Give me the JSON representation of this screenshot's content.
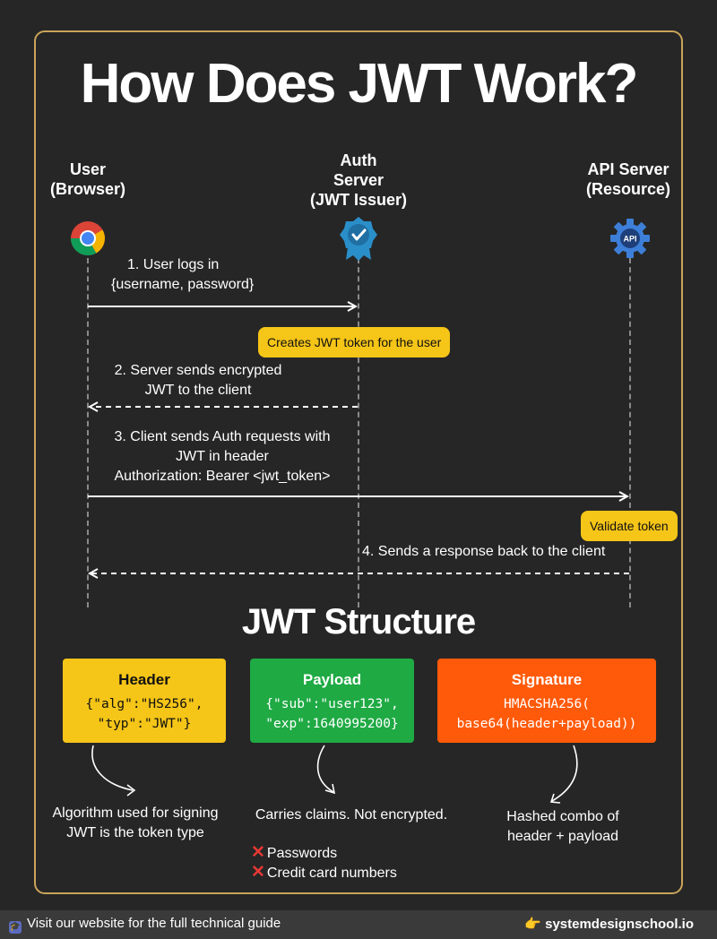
{
  "title": "How Does JWT Work?",
  "actors": [
    {
      "lines": [
        "User",
        "(Browser)"
      ],
      "icon": "chrome-icon"
    },
    {
      "lines": [
        "Auth",
        "Server",
        "(JWT Issuer)"
      ],
      "icon": "verified-badge-icon"
    },
    {
      "lines": [
        "API Server",
        "(Resource)"
      ],
      "icon": "api-gear-icon"
    }
  ],
  "messages": [
    {
      "lines": [
        "1.  User logs in",
        "{username, password}"
      ],
      "from": 0,
      "to": 1,
      "style": "solid"
    },
    {
      "lines": [
        "2.  Server sends encrypted",
        "JWT to the client"
      ],
      "from": 1,
      "to": 0,
      "style": "dashed"
    },
    {
      "lines": [
        "3.  Client sends Auth requests with",
        "JWT in header",
        "Authorization: Bearer <jwt_token>"
      ],
      "from": 0,
      "to": 2,
      "style": "solid"
    },
    {
      "lines": [
        "4.  Sends a response back to the client"
      ],
      "from": 2,
      "to": 0,
      "style": "dashed"
    }
  ],
  "notes": [
    {
      "text": "Creates JWT token for the user",
      "actor": 1
    },
    {
      "text": "Validate token",
      "actor": 2
    }
  ],
  "structure": {
    "title": "JWT Structure",
    "parts": [
      {
        "title": "Header",
        "code": [
          "{\"alg\":\"HS256\",",
          "\"typ\":\"JWT\"}"
        ],
        "color": "#f5c518",
        "text_color": "#111111",
        "desc": [
          "Algorithm used for signing",
          "JWT is the token type"
        ]
      },
      {
        "title": "Payload",
        "code": [
          "{\"sub\":\"user123\",",
          "\"exp\":1640995200}"
        ],
        "color": "#1faa44",
        "text_color": "#ffffff",
        "desc": [
          "Carries claims. Not encrypted."
        ]
      },
      {
        "title": "Signature",
        "code": [
          "HMACSHA256(",
          "base64(header+payload))"
        ],
        "color": "#ff5a0a",
        "text_color": "#ffffff",
        "desc": [
          "Hashed combo of",
          "header + payload"
        ]
      }
    ],
    "not_in_payload": [
      "Passwords",
      "Credit card numbers"
    ]
  },
  "footer": {
    "left": "Visit our website for the full technical guide",
    "right": "systemdesignschool.io"
  },
  "colors": {
    "frame": "#c9a45a",
    "note": "#f5c518",
    "background": "#262626",
    "x_mark": "#e53935"
  }
}
